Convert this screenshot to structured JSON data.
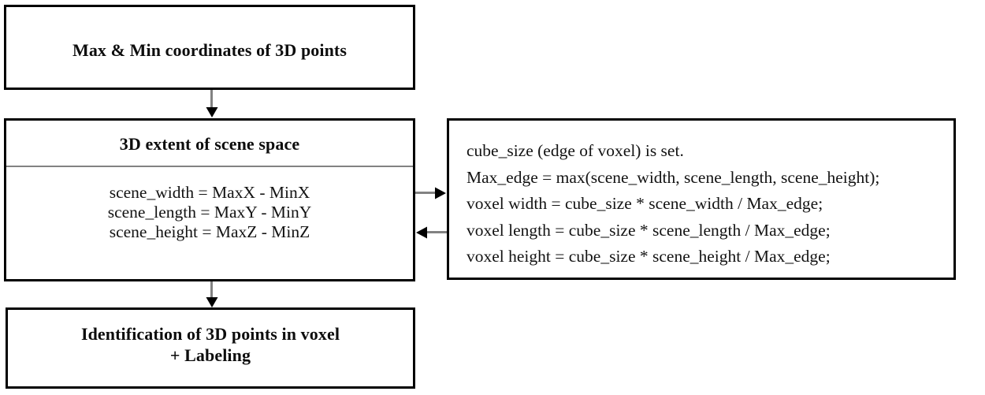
{
  "diagram": {
    "title": "Voxelization pipeline flowchart",
    "colors": {
      "border": "#000000",
      "divider": "#828282",
      "arrow_shaft": "#828282",
      "arrow_head": "#000000",
      "background": "#ffffff",
      "text": "#131313"
    },
    "nodes": {
      "max_min": {
        "title": "Max & Min coordinates of 3D points"
      },
      "scene_extent": {
        "title": "3D extent of scene space",
        "equations": [
          "scene_width = MaxX - MinX",
          "scene_length = MaxY - MinY",
          "scene_height = MaxZ - MinZ"
        ]
      },
      "voxel_calc": {
        "code": [
          "cube_size (edge of voxel) is set.",
          "Max_edge = max(scene_width, scene_length, scene_height);",
          "voxel width = cube_size * scene_width / Max_edge;",
          "voxel length = cube_size * scene_length / Max_edge;",
          "voxel height = cube_size * scene_height / Max_edge;"
        ]
      },
      "identification": {
        "title_line_1": "Identification of 3D points in voxel",
        "title_line_2": "+ Labeling"
      }
    },
    "connectors": {
      "max_min_to_scene_extent": "arrow-down",
      "scene_extent_to_voxel_calc": "arrow-right",
      "voxel_calc_to_scene_extent": "arrow-left",
      "scene_extent_to_identification": "arrow-down"
    }
  }
}
